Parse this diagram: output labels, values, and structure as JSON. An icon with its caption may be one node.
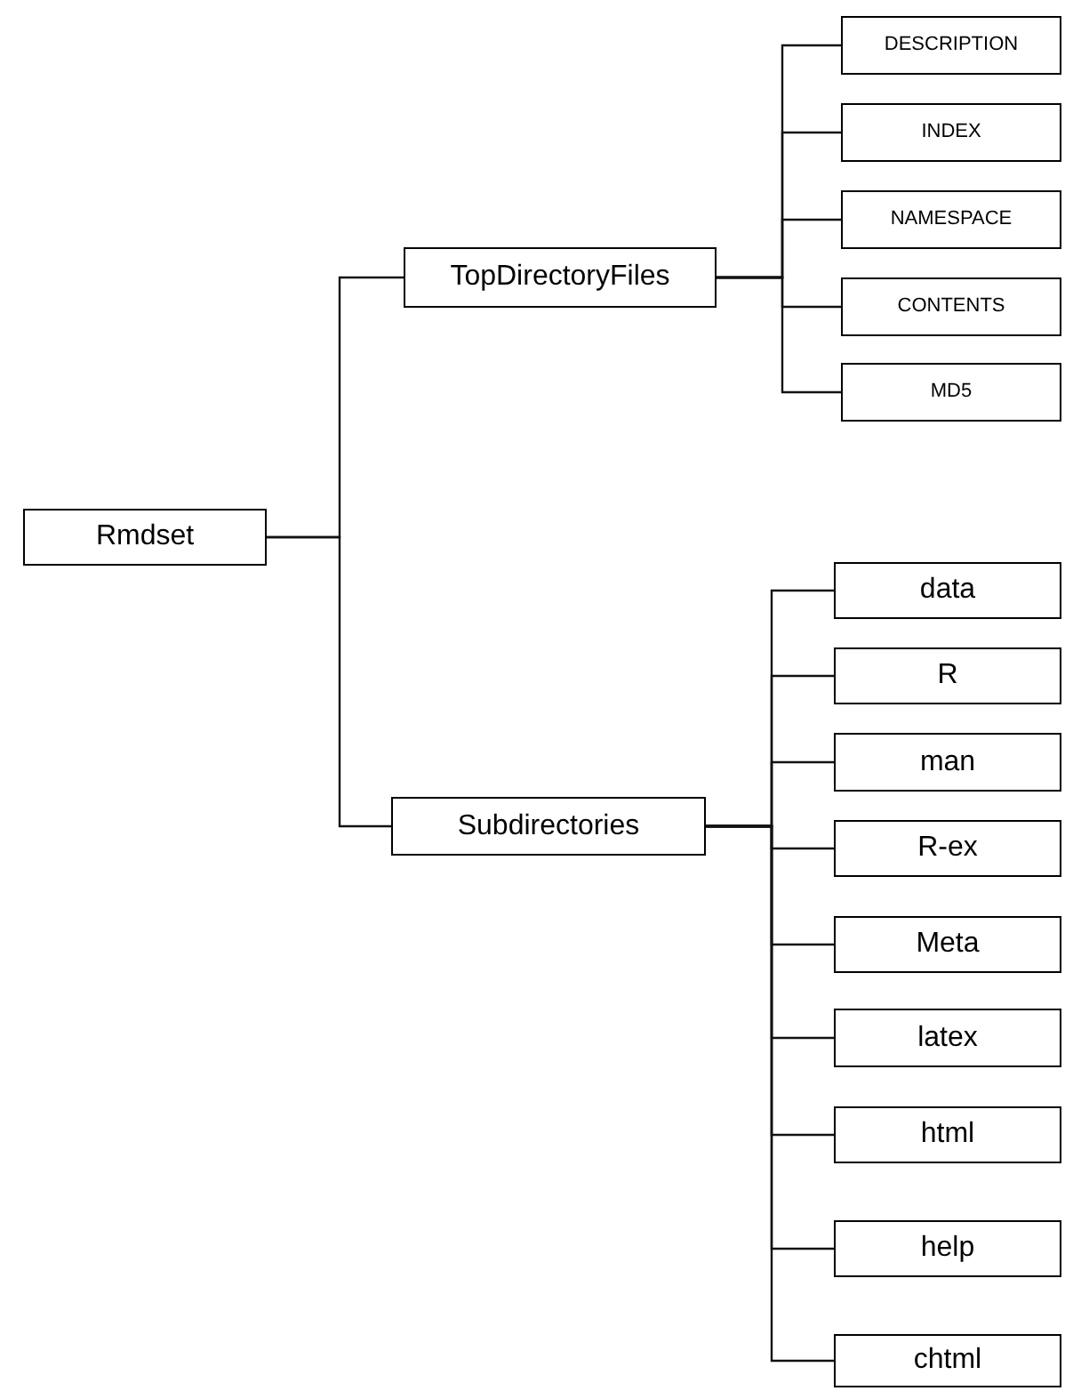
{
  "diagram": {
    "nodes": [
      {
        "text": [
          "Rmdset"
        ]
      },
      {
        "text": [
          "TopDirectoryFiles"
        ]
      },
      {
        "text": [
          "DESCRIPTION"
        ]
      },
      {
        "text": [
          "INDEX"
        ]
      },
      {
        "text": [
          "NAMESPACE"
        ]
      },
      {
        "text": [
          "CONTENTS"
        ]
      },
      {
        "text": [
          "MD5"
        ]
      },
      {
        "text": [
          "Subdirectories"
        ]
      },
      {
        "text": [
          "data"
        ]
      },
      {
        "text": [
          "R"
        ]
      },
      {
        "text": [
          "man"
        ]
      },
      {
        "text": [
          "R-ex"
        ]
      },
      {
        "text": [
          "Meta"
        ]
      },
      {
        "text": [
          "latex"
        ]
      },
      {
        "text": [
          "html"
        ]
      },
      {
        "text": [
          "help"
        ]
      },
      {
        "text": [
          "chtml"
        ]
      }
    ],
    "edges": [
      {
        "from": 0,
        "to": 1,
        "arrow": "none"
      },
      {
        "from": 0,
        "to": 7,
        "arrow": "none"
      },
      {
        "from": 1,
        "to": 2,
        "arrow": "none"
      },
      {
        "from": 1,
        "to": 3,
        "arrow": "none"
      },
      {
        "from": 1,
        "to": 4,
        "arrow": "none"
      },
      {
        "from": 1,
        "to": 5,
        "arrow": "none"
      },
      {
        "from": 1,
        "to": 6,
        "arrow": "none"
      },
      {
        "from": 7,
        "to": 8,
        "arrow": "none"
      },
      {
        "from": 7,
        "to": 9,
        "arrow": "none"
      },
      {
        "from": 7,
        "to": 10,
        "arrow": "none"
      },
      {
        "from": 7,
        "to": 11,
        "arrow": "none"
      },
      {
        "from": 7,
        "to": 12,
        "arrow": "none"
      },
      {
        "from": 7,
        "to": 13,
        "arrow": "none"
      },
      {
        "from": 7,
        "to": 14,
        "arrow": "none"
      },
      {
        "from": 7,
        "to": 15,
        "arrow": "none"
      },
      {
        "from": 7,
        "to": 16,
        "arrow": "none"
      }
    ]
  }
}
